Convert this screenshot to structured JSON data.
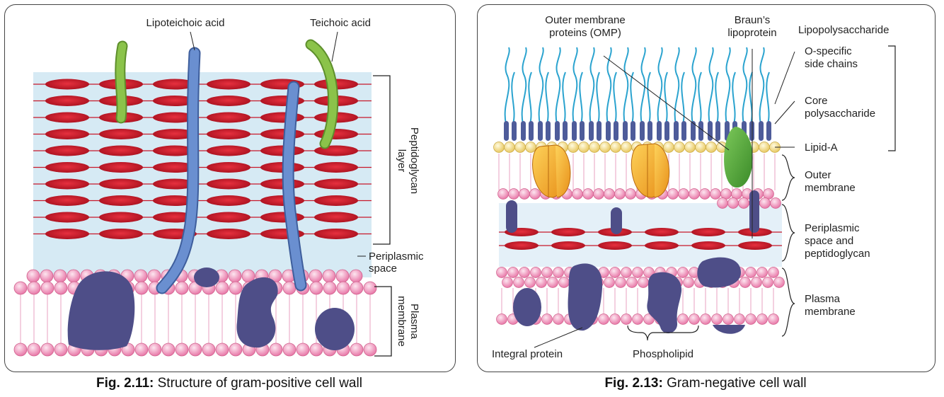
{
  "left": {
    "labels": {
      "lipoteichoic": "Lipoteichoic acid",
      "teichoic": "Teichoic acid",
      "peptidoglycan_1": "Peptidoglycan",
      "peptidoglycan_2": "layer",
      "periplasmic_1": "Periplasmic",
      "periplasmic_2": "space",
      "plasma_1": "Plasma",
      "plasma_2": "membrane"
    },
    "caption_prefix": "Fig. 2.11:",
    "caption_text": " Structure of gram-positive cell wall"
  },
  "right": {
    "labels": {
      "omp_1": "Outer membrane",
      "omp_2": "proteins (OMP)",
      "braun_1": "Braun’s",
      "braun_2": "lipoprotein",
      "lps": "Lipopolysaccharide",
      "ospecific_1": "O-specific",
      "ospecific_2": "side chains",
      "core_1": "Core",
      "core_2": "polysaccharide",
      "lipida": "Lipid-A",
      "outer_1": "Outer",
      "outer_2": "membrane",
      "peri_1": "Periplasmic",
      "peri_2": "space and",
      "peri_3": "peptidoglycan",
      "plasma_1": "Plasma",
      "plasma_2": "membrane",
      "integral": "Integral protein",
      "phospholipid": "Phospholipid"
    },
    "caption_prefix": "Fig. 2.13:",
    "caption_text": " Gram-negative cell wall"
  },
  "colors": {
    "peptidoglycan_red": "#c8182a",
    "light_blue": "#d6eaf4",
    "protein_purple": "#4e4e88",
    "lipoteichoic_blue": "#5b7fc0",
    "teichoic_green": "#8bc34a",
    "phospholipid_pink": "#f7b8d4",
    "lipid_a_yellow": "#f6e49a",
    "omp_orange": "#f3a623",
    "braun_green": "#4c9b32",
    "side_chain_cyan": "#2aa3cf"
  }
}
